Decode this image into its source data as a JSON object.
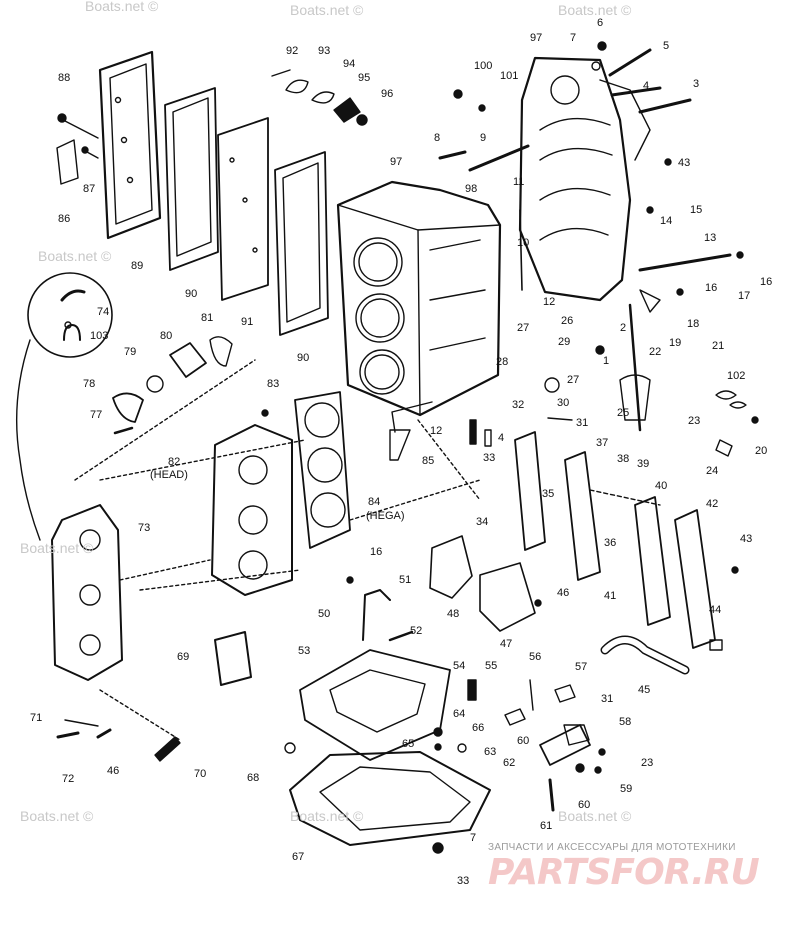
{
  "labels": [
    {
      "id": "88",
      "text": "88"
    },
    {
      "id": "87",
      "text": "87"
    },
    {
      "id": "86",
      "text": "86"
    },
    {
      "id": "89",
      "text": "89"
    },
    {
      "id": "90a",
      "text": "90"
    },
    {
      "id": "91",
      "text": "91"
    },
    {
      "id": "90b",
      "text": "90"
    },
    {
      "id": "92",
      "text": "92"
    },
    {
      "id": "93",
      "text": "93"
    },
    {
      "id": "94",
      "text": "94"
    },
    {
      "id": "95",
      "text": "95"
    },
    {
      "id": "96",
      "text": "96"
    },
    {
      "id": "97a",
      "text": "97"
    },
    {
      "id": "97b",
      "text": "97"
    },
    {
      "id": "98",
      "text": "98"
    },
    {
      "id": "100",
      "text": "100"
    },
    {
      "id": "101",
      "text": "101"
    },
    {
      "id": "6",
      "text": "6"
    },
    {
      "id": "7a",
      "text": "7"
    },
    {
      "id": "5",
      "text": "5"
    },
    {
      "id": "4a",
      "text": "4"
    },
    {
      "id": "3",
      "text": "3"
    },
    {
      "id": "43a",
      "text": "43"
    },
    {
      "id": "15",
      "text": "15"
    },
    {
      "id": "14",
      "text": "14"
    },
    {
      "id": "13",
      "text": "13"
    },
    {
      "id": "16a",
      "text": "16"
    },
    {
      "id": "17",
      "text": "17"
    },
    {
      "id": "16b",
      "text": "16"
    },
    {
      "id": "18",
      "text": "18"
    },
    {
      "id": "8",
      "text": "8"
    },
    {
      "id": "9",
      "text": "9"
    },
    {
      "id": "11",
      "text": "11"
    },
    {
      "id": "10",
      "text": "10"
    },
    {
      "id": "12a",
      "text": "12"
    },
    {
      "id": "27a",
      "text": "27"
    },
    {
      "id": "26",
      "text": "26"
    },
    {
      "id": "2",
      "text": "2"
    },
    {
      "id": "19",
      "text": "19"
    },
    {
      "id": "22",
      "text": "22"
    },
    {
      "id": "21",
      "text": "21"
    },
    {
      "id": "29",
      "text": "29"
    },
    {
      "id": "28",
      "text": "28"
    },
    {
      "id": "27b",
      "text": "27"
    },
    {
      "id": "1",
      "text": "1"
    },
    {
      "id": "32",
      "text": "32"
    },
    {
      "id": "30",
      "text": "30"
    },
    {
      "id": "102",
      "text": "102"
    },
    {
      "id": "25",
      "text": "25"
    },
    {
      "id": "23a",
      "text": "23"
    },
    {
      "id": "20",
      "text": "20"
    },
    {
      "id": "24",
      "text": "24"
    },
    {
      "id": "31a",
      "text": "31"
    },
    {
      "id": "12b",
      "text": "12"
    },
    {
      "id": "4b",
      "text": "4"
    },
    {
      "id": "33a",
      "text": "33"
    },
    {
      "id": "85",
      "text": "85"
    },
    {
      "id": "37",
      "text": "37"
    },
    {
      "id": "38",
      "text": "38"
    },
    {
      "id": "39",
      "text": "39"
    },
    {
      "id": "40",
      "text": "40"
    },
    {
      "id": "35",
      "text": "35"
    },
    {
      "id": "34",
      "text": "34"
    },
    {
      "id": "36",
      "text": "36"
    },
    {
      "id": "42",
      "text": "42"
    },
    {
      "id": "43b",
      "text": "43"
    },
    {
      "id": "41",
      "text": "41"
    },
    {
      "id": "44",
      "text": "44"
    },
    {
      "id": "45",
      "text": "45"
    },
    {
      "id": "74",
      "text": "74"
    },
    {
      "id": "103",
      "text": "103"
    },
    {
      "id": "80",
      "text": "80"
    },
    {
      "id": "81",
      "text": "81"
    },
    {
      "id": "79",
      "text": "79"
    },
    {
      "id": "78",
      "text": "78"
    },
    {
      "id": "77",
      "text": "77"
    },
    {
      "id": "83",
      "text": "83"
    },
    {
      "id": "82",
      "text": "82"
    },
    {
      "id": "head",
      "text": "(HEAD)"
    },
    {
      "id": "84",
      "text": "84"
    },
    {
      "id": "hega",
      "text": "(HEGA)"
    },
    {
      "id": "73",
      "text": "73"
    },
    {
      "id": "16c",
      "text": "16"
    },
    {
      "id": "51",
      "text": "51"
    },
    {
      "id": "50",
      "text": "50"
    },
    {
      "id": "52",
      "text": "52"
    },
    {
      "id": "48",
      "text": "48"
    },
    {
      "id": "46a",
      "text": "46"
    },
    {
      "id": "47",
      "text": "47"
    },
    {
      "id": "69",
      "text": "69"
    },
    {
      "id": "53",
      "text": "53"
    },
    {
      "id": "54",
      "text": "54"
    },
    {
      "id": "55",
      "text": "55"
    },
    {
      "id": "56",
      "text": "56"
    },
    {
      "id": "57",
      "text": "57"
    },
    {
      "id": "31b",
      "text": "31"
    },
    {
      "id": "58",
      "text": "58"
    },
    {
      "id": "64",
      "text": "64"
    },
    {
      "id": "66",
      "text": "66"
    },
    {
      "id": "60a",
      "text": "60"
    },
    {
      "id": "65",
      "text": "65"
    },
    {
      "id": "63",
      "text": "63"
    },
    {
      "id": "62",
      "text": "62"
    },
    {
      "id": "23b",
      "text": "23"
    },
    {
      "id": "59",
      "text": "59"
    },
    {
      "id": "60b",
      "text": "60"
    },
    {
      "id": "61",
      "text": "61"
    },
    {
      "id": "71",
      "text": "71"
    },
    {
      "id": "72",
      "text": "72"
    },
    {
      "id": "46b",
      "text": "46"
    },
    {
      "id": "70",
      "text": "70"
    },
    {
      "id": "68",
      "text": "68"
    },
    {
      "id": "67",
      "text": "67"
    },
    {
      "id": "7b",
      "text": "7"
    },
    {
      "id": "33b",
      "text": "33"
    }
  ],
  "watermarks": [
    {
      "id": "wm1",
      "text": "Boats.net ©"
    },
    {
      "id": "wm2",
      "text": "Boats.net ©"
    },
    {
      "id": "wm3",
      "text": "Boats.net ©"
    },
    {
      "id": "wm4",
      "text": "Boats.net ©"
    },
    {
      "id": "wm5",
      "text": "Boats.net ©"
    },
    {
      "id": "wm6",
      "text": "Boats.net ©"
    },
    {
      "id": "wm7",
      "text": "Boats.net ©"
    },
    {
      "id": "wm8",
      "text": "Boats.net ©"
    }
  ],
  "branding": {
    "caption": "ЗАПЧАСТИ И АКСЕССУАРЫ ДЛЯ МОТОТЕХНИКИ",
    "logo": "PARTSFOR.RU",
    "logo_color": "#f4c8c8"
  },
  "colors": {
    "line": "#111111",
    "background": "#ffffff",
    "watermark": "#c8c8c8"
  }
}
